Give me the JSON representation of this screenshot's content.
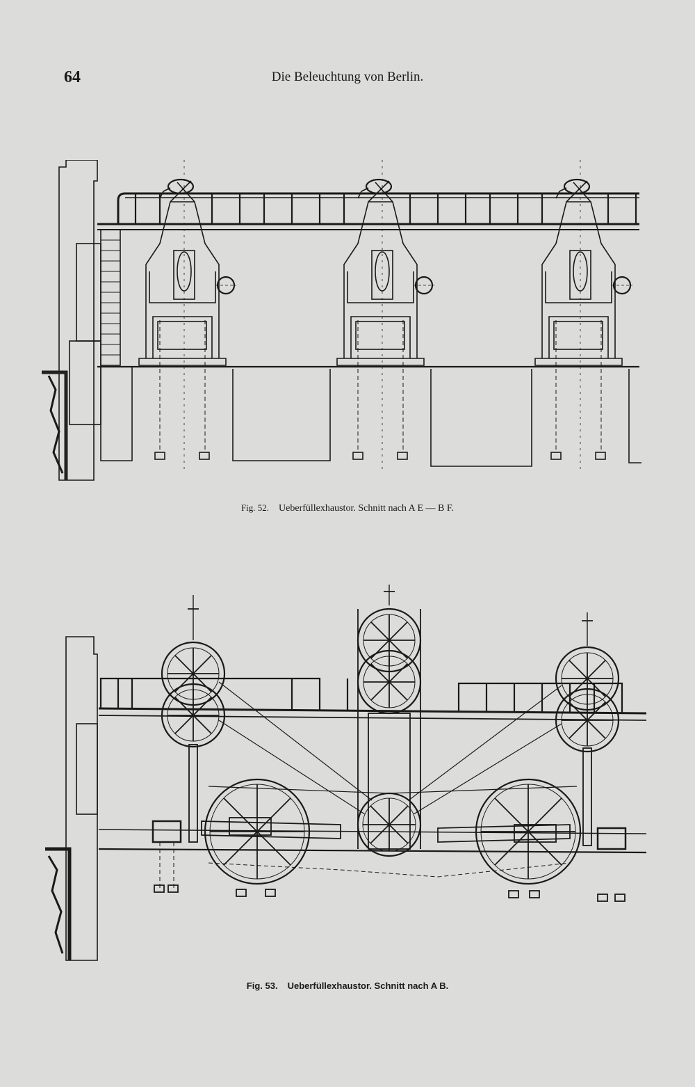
{
  "header": {
    "page_number": "64",
    "running_title": "Die Beleuchtung von Berlin."
  },
  "figure_52": {
    "caption_number": "Fig. 52.",
    "caption_text": "Ueberfüllexhaustor. Schnitt nach A E — B F."
  },
  "figure_53": {
    "caption_number": "Fig. 53.",
    "caption_text": "Ueberfüllexhaustor. Schnitt nach A B."
  },
  "colors": {
    "paper": "#dcdcda",
    "ink": "#1a1a1a",
    "bleed_through": "#b4b4b2"
  }
}
